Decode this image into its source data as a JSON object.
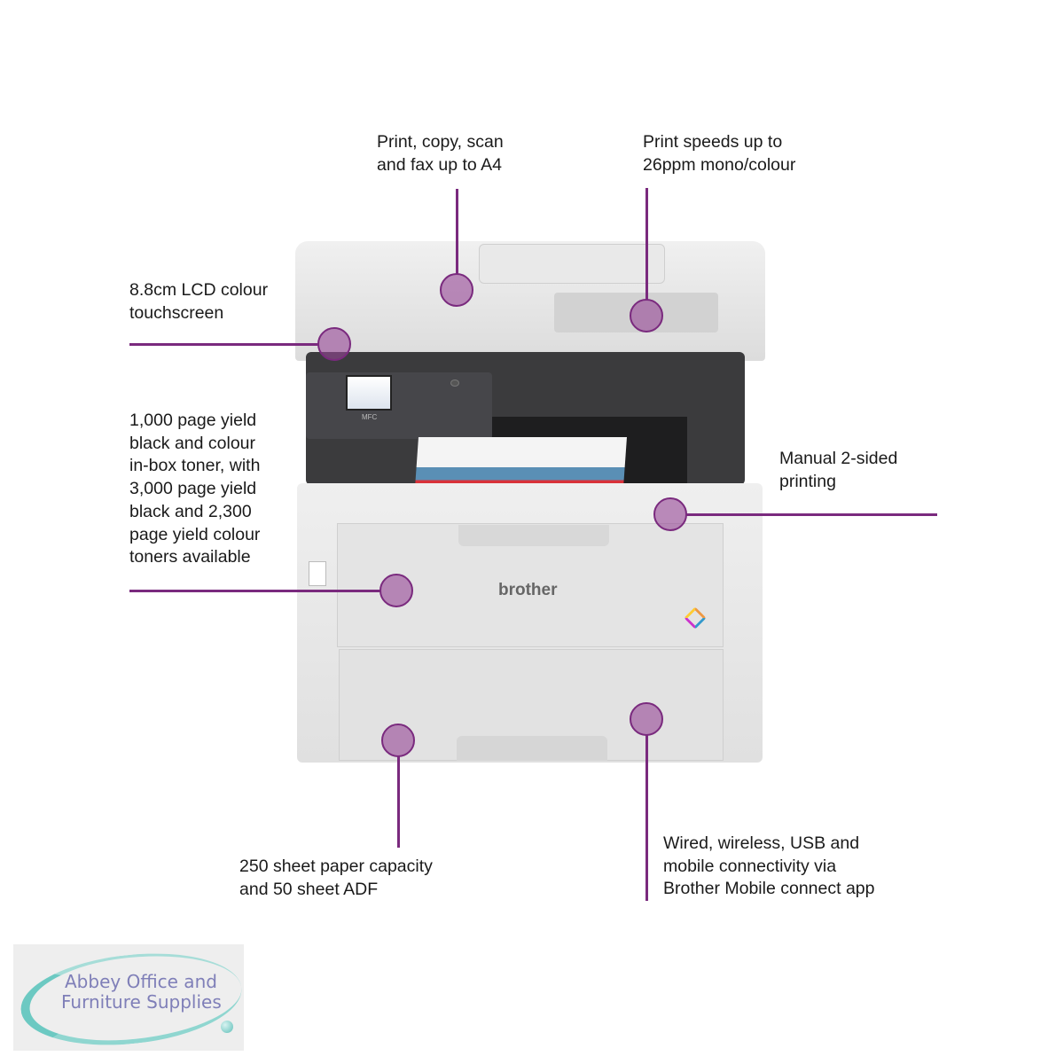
{
  "callouts": {
    "functions": "Print, copy, scan\nand fax up to A4",
    "speed": "Print speeds up to\n26ppm mono/colour",
    "lcd": "8.8cm LCD colour\ntouchscreen",
    "toner": "1,000 page yield\nblack and colour\nin-box toner, with\n3,000 page yield\nblack and 2,300\npage yield colour\ntoners available",
    "duplex": "Manual 2-sided\nprinting",
    "capacity": "250 sheet paper capacity\nand 50 sheet ADF",
    "connectivity": "Wired, wireless, USB and\nmobile connectivity via\nBrother Mobile connect app"
  },
  "printer": {
    "brand": "brother",
    "model_badge": "MFC"
  },
  "logo": {
    "line1": "Abbey Office and",
    "line2": "Furniture Supplies"
  },
  "colors": {
    "accent": "#7a2a7e",
    "logo_teal": "#6cc9c2",
    "logo_text": "#7f7fb8"
  }
}
